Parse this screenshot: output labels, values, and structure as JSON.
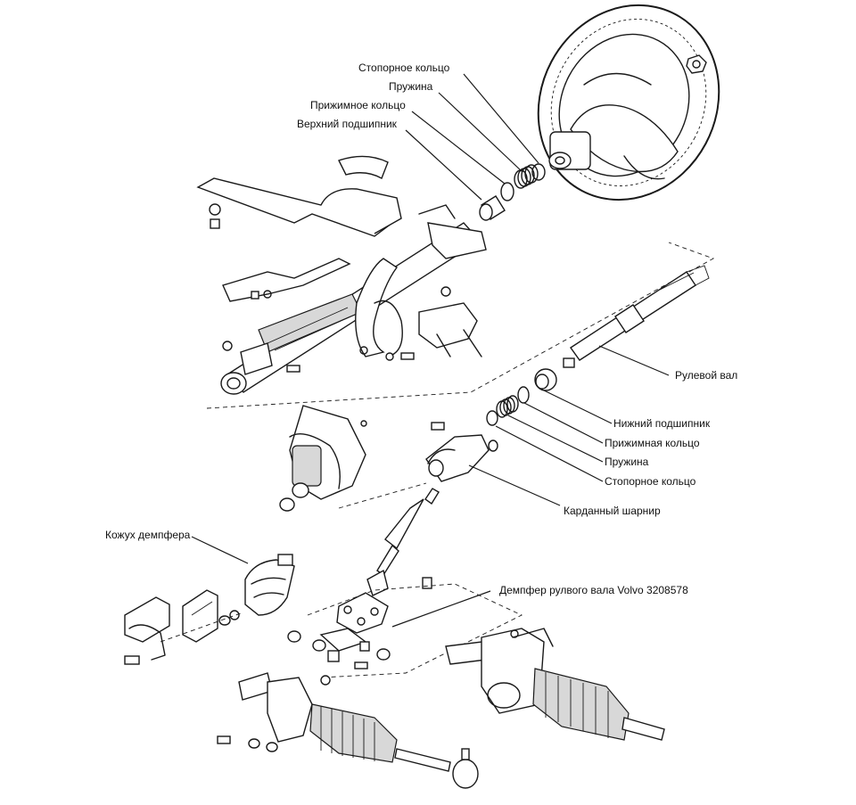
{
  "labels": {
    "retaining_ring_top": "Стопорное кольцо",
    "spring_top": "Пружина",
    "clamp_ring_top": "Прижимное кольцо",
    "upper_bearing": "Верхний подшипник",
    "steering_shaft": "Рулевой вал",
    "lower_bearing": "Нижний подшипник",
    "clamp_ring_bottom": "Прижимная кольцо",
    "spring_bottom": "Пружина",
    "retaining_ring_bottom": "Стопорное кольцо",
    "universal_joint": "Карданный шарнир",
    "damper_cover": "Кожух демпфера",
    "shaft_damper": "Демпфер рулвого вала Volvo 3208578"
  }
}
